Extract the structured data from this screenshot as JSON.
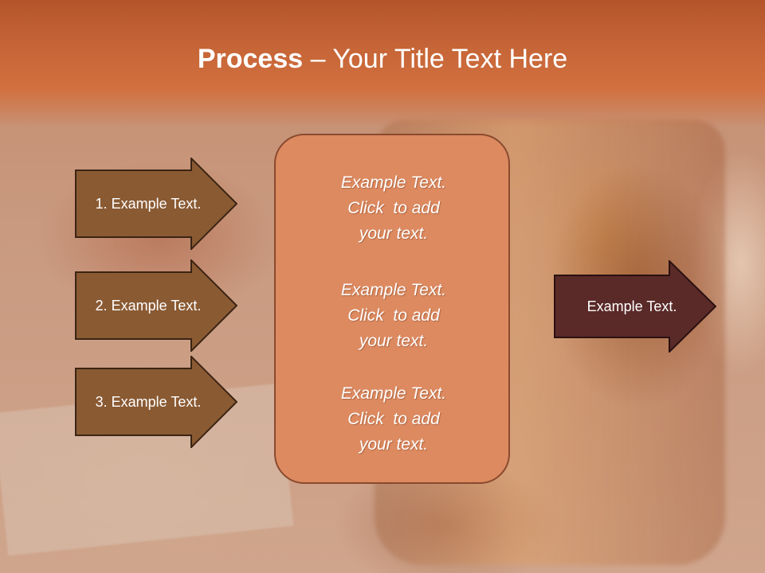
{
  "slide": {
    "title_bold": "Process",
    "title_rest": " – Your Title Text Here"
  },
  "left_arrows": [
    {
      "label": "1. Example Text."
    },
    {
      "label": "2. Example Text."
    },
    {
      "label": "3. Example Text."
    }
  ],
  "center_box": {
    "paragraphs": [
      {
        "line1": "Example Text.",
        "line2": "Click  to add",
        "line3": "your text."
      },
      {
        "line1": "Example Text.",
        "line2": "Click  to add",
        "line3": "your text."
      },
      {
        "line1": "Example Text.",
        "line2": "Click  to add",
        "line3": "your text."
      }
    ]
  },
  "right_arrow": {
    "label": "Example Text."
  },
  "colors": {
    "header": "#c56436",
    "left_arrow_fill": "#8a5a33",
    "center_box_fill": "#dd8a60",
    "right_arrow_fill": "#5a2a28",
    "text": "#ffffff"
  }
}
